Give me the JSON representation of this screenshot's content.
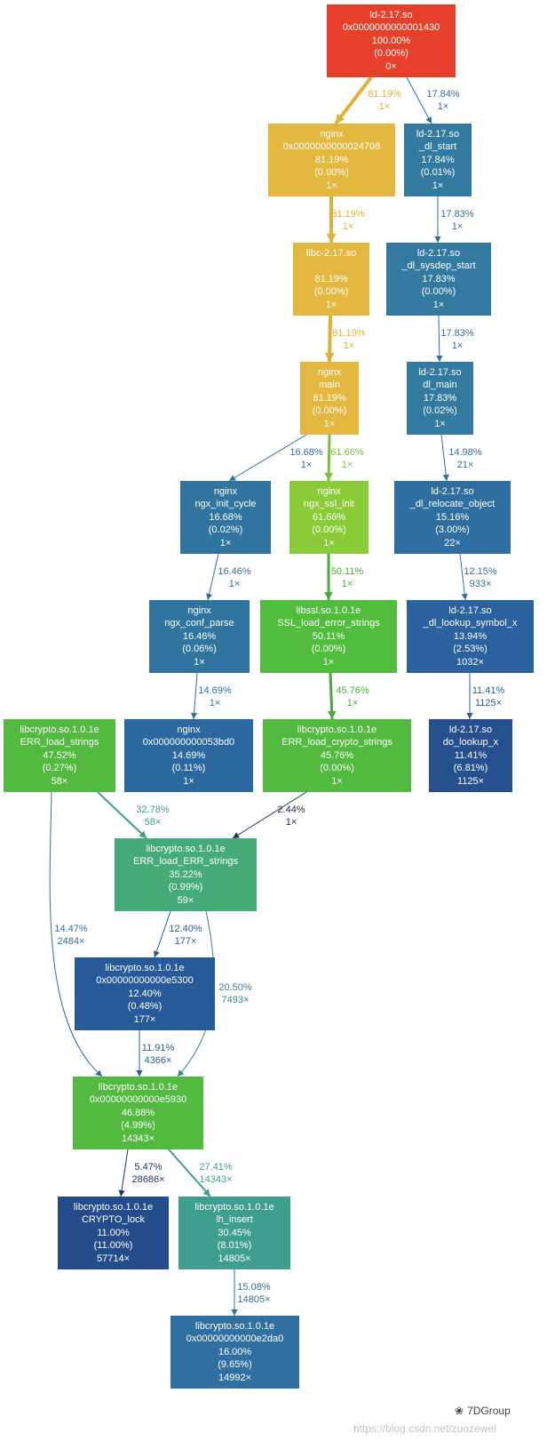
{
  "nodes": [
    {
      "id": "n1",
      "lines": [
        "ld-2.17.so",
        "0x0000000000001430",
        "100.00%",
        "(0.00%)",
        "0×"
      ],
      "color": "#e6402a"
    },
    {
      "id": "n2",
      "lines": [
        "nginx",
        "0x0000000000024708",
        "81.19%",
        "(0.00%)",
        "1×"
      ],
      "color": "#e4b73e"
    },
    {
      "id": "n3",
      "lines": [
        "ld-2.17.so",
        "_dl_start",
        "17.84%",
        "(0.01%)",
        "1×"
      ],
      "color": "#327aa0"
    },
    {
      "id": "n4",
      "lines": [
        "libc-2.17.so",
        "",
        "81.19%",
        "(0.00%)",
        "1×"
      ],
      "color": "#e4b73e"
    },
    {
      "id": "n5",
      "lines": [
        "ld-2.17.so",
        "_dl_sysdep_start",
        "17.83%",
        "(0.00%)",
        "1×"
      ],
      "color": "#327aa0"
    },
    {
      "id": "n6",
      "lines": [
        "nginx",
        "main",
        "81.19%",
        "(0.00%)",
        "1×"
      ],
      "color": "#e4b73e"
    },
    {
      "id": "n7",
      "lines": [
        "ld-2.17.so",
        "dl_main",
        "17.83%",
        "(0.02%)",
        "1×"
      ],
      "color": "#327aa0"
    },
    {
      "id": "n8",
      "lines": [
        "nginx",
        "ngx_init_cycle",
        "16.68%",
        "(0.02%)",
        "1×"
      ],
      "color": "#2f75a0"
    },
    {
      "id": "n9",
      "lines": [
        "nginx",
        "ngx_ssl_init",
        "61.66%",
        "(0.00%)",
        "1×"
      ],
      "color": "#8acb38"
    },
    {
      "id": "n10",
      "lines": [
        "ld-2.17.so",
        "_dl_relocate_object",
        "15.16%",
        "(3.00%)",
        "22×"
      ],
      "color": "#2f6ea0"
    },
    {
      "id": "n11",
      "lines": [
        "nginx",
        "ngx_conf_parse",
        "16.46%",
        "(0.06%)",
        "1×"
      ],
      "color": "#2f75a0"
    },
    {
      "id": "n12",
      "lines": [
        "libssl.so.1.0.1e",
        "SSL_load_error_strings",
        "50.11%",
        "(0.00%)",
        "1×"
      ],
      "color": "#51bd3c"
    },
    {
      "id": "n13",
      "lines": [
        "ld-2.17.so",
        "_dl_lookup_symbol_x",
        "13.94%",
        "(2.53%)",
        "1032×"
      ],
      "color": "#2b619e"
    },
    {
      "id": "n14",
      "lines": [
        "libcrypto.so.1.0.1e",
        "ERR_load_strings",
        "47.52%",
        "(0.27%)",
        "58×"
      ],
      "color": "#52ba3e"
    },
    {
      "id": "n15",
      "lines": [
        "nginx",
        "0x000000000053bd0",
        "14.69%",
        "(0.11%)",
        "1×"
      ],
      "color": "#2b68a0"
    },
    {
      "id": "n16",
      "lines": [
        "libcrypto.so.1.0.1e",
        "ERR_load_crypto_strings",
        "45.76%",
        "(0.00%)",
        "1×"
      ],
      "color": "#52ba3e"
    },
    {
      "id": "n17",
      "lines": [
        "ld-2.17.so",
        "do_lookup_x",
        "11.41%",
        "(6.81%)",
        "1125×"
      ],
      "color": "#264f8f"
    },
    {
      "id": "n18",
      "lines": [
        "libcrypto.so.1.0.1e",
        "ERR_load_ERR_strings",
        "35.22%",
        "(0.99%)",
        "59×"
      ],
      "color": "#45ab78"
    },
    {
      "id": "n19",
      "lines": [
        "libcrypto.so.1.0.1e",
        "0x00000000000e5300",
        "12.40%",
        "(0.48%)",
        "177×"
      ],
      "color": "#275a98"
    },
    {
      "id": "n20",
      "lines": [
        "libcrypto.so.1.0.1e",
        "0x00000000000e5930",
        "46.88%",
        "(4.99%)",
        "14343×"
      ],
      "color": "#52ba3e"
    },
    {
      "id": "n21",
      "lines": [
        "libcrypto.so.1.0.1e",
        "CRYPTO_lock",
        "11.00%",
        "(11.00%)",
        "57714×"
      ],
      "color": "#244c8b"
    },
    {
      "id": "n22",
      "lines": [
        "libcrypto.so.1.0.1e",
        "lh_insert",
        "30.45%",
        "(8.01%)",
        "14805×"
      ],
      "color": "#3f9f8f"
    },
    {
      "id": "n23",
      "lines": [
        "libcrypto.so.1.0.1e",
        "0x00000000000e2da0",
        "16.00%",
        "(9.65%)",
        "14992×"
      ],
      "color": "#2f70a0"
    }
  ],
  "edges": [
    {
      "from": "n1",
      "to": "n2",
      "pct": "81.19%",
      "calls": "1×",
      "color": "#e0b132"
    },
    {
      "from": "n1",
      "to": "n3",
      "pct": "17.84%",
      "calls": "1×",
      "color": "#336f9a"
    },
    {
      "from": "n2",
      "to": "n4",
      "pct": "81.19%",
      "calls": "1×",
      "color": "#e0b132"
    },
    {
      "from": "n3",
      "to": "n5",
      "pct": "17.83%",
      "calls": "1×",
      "color": "#336f9a"
    },
    {
      "from": "n4",
      "to": "n6",
      "pct": "81.19%",
      "calls": "1×",
      "color": "#e0b132"
    },
    {
      "from": "n5",
      "to": "n7",
      "pct": "17.83%",
      "calls": "1×",
      "color": "#336f9a"
    },
    {
      "from": "n6",
      "to": "n8",
      "pct": "16.68%",
      "calls": "1×",
      "color": "#336f9a"
    },
    {
      "from": "n6",
      "to": "n9",
      "pct": "61.66%",
      "calls": "1×",
      "color": "#7cc03a"
    },
    {
      "from": "n7",
      "to": "n10",
      "pct": "14.98%",
      "calls": "21×",
      "color": "#336f9a"
    },
    {
      "from": "n8",
      "to": "n11",
      "pct": "16.46%",
      "calls": "1×",
      "color": "#336f9a"
    },
    {
      "from": "n9",
      "to": "n12",
      "pct": "50.11%",
      "calls": "1×",
      "color": "#4aab3b"
    },
    {
      "from": "n10",
      "to": "n13",
      "pct": "12.15%",
      "calls": "933×",
      "color": "#336f9a"
    },
    {
      "from": "n11",
      "to": "n15",
      "pct": "14.69%",
      "calls": "1×",
      "color": "#336f9a"
    },
    {
      "from": "n12",
      "to": "n16",
      "pct": "45.76%",
      "calls": "1×",
      "color": "#4aab3b"
    },
    {
      "from": "n13",
      "to": "n17",
      "pct": "11.41%",
      "calls": "1125×",
      "color": "#2e5e8f"
    },
    {
      "from": "n14",
      "to": "n18",
      "pct": "32.78%",
      "calls": "58×",
      "color": "#3f9f86"
    },
    {
      "from": "n16",
      "to": "n18",
      "pct": "2.44%",
      "calls": "1×",
      "color": "#1f2e4a"
    },
    {
      "from": "n14",
      "to": "n20",
      "pct": "14.47%",
      "calls": "2484×",
      "color": "#336f9a"
    },
    {
      "from": "n18",
      "to": "n19",
      "pct": "12.40%",
      "calls": "177×",
      "color": "#2e5e8f"
    },
    {
      "from": "n18",
      "to": "n20",
      "pct": "20.50%",
      "calls": "7493×",
      "color": "#3a7f8f"
    },
    {
      "from": "n19",
      "to": "n20",
      "pct": "11.91%",
      "calls": "4366×",
      "color": "#2e5e8f"
    },
    {
      "from": "n20",
      "to": "n21",
      "pct": "5.47%",
      "calls": "28686×",
      "color": "#1f3a6a"
    },
    {
      "from": "n20",
      "to": "n22",
      "pct": "27.41%",
      "calls": "14343×",
      "color": "#3f9f8f"
    },
    {
      "from": "n22",
      "to": "n23",
      "pct": "15.08%",
      "calls": "14805×",
      "color": "#336f9a"
    }
  ],
  "watermark": {
    "brand": "7DGroup",
    "url": "https://blog.csdn.net/zuozewei"
  }
}
